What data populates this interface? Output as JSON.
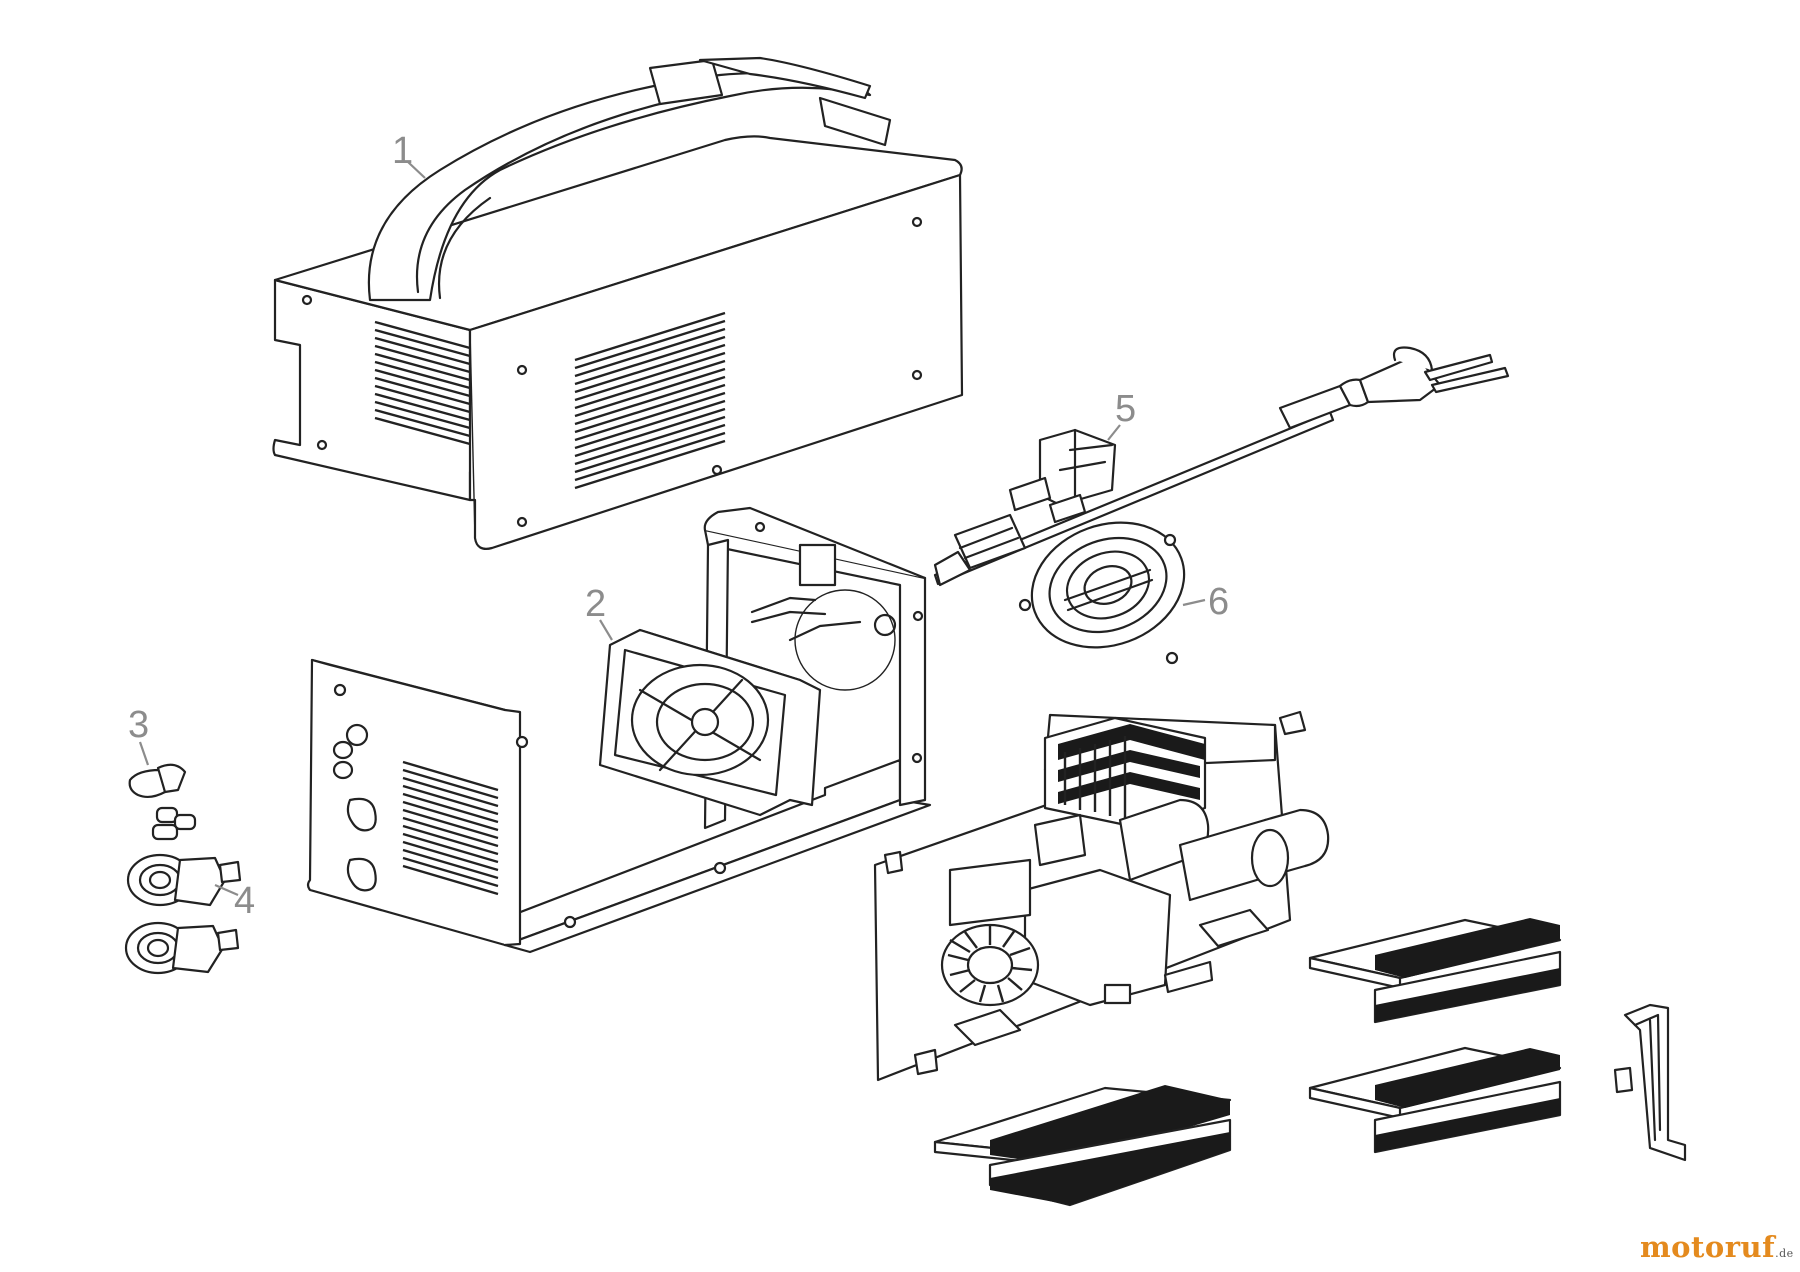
{
  "callouts": [
    {
      "id": "1",
      "label": "1"
    },
    {
      "id": "2",
      "label": "2"
    },
    {
      "id": "3",
      "label": "3"
    },
    {
      "id": "4",
      "label": "4"
    },
    {
      "id": "5",
      "label": "5"
    },
    {
      "id": "6",
      "label": "6"
    }
  ],
  "watermark": {
    "main": "motoruf",
    "suffix": ".de"
  },
  "colors": {
    "line": "#222222",
    "callout": "#8c8c8c",
    "watermark": "#e48a1e"
  }
}
